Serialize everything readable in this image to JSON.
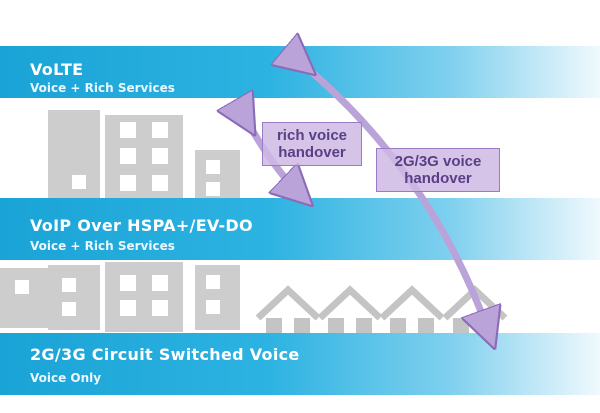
{
  "bands": [
    {
      "title": "VoLTE",
      "subtitle": "Voice + Rich Services"
    },
    {
      "title": "VoIP Over HSPA+/EV-DO",
      "subtitle": "Voice + Rich Services"
    },
    {
      "title": "2G/3G Circuit Switched Voice",
      "subtitle": "Voice Only"
    }
  ],
  "labels": {
    "rich_voice_handover": "rich voice handover",
    "g23_voice_handover": "2G/3G voice handover"
  },
  "colors": {
    "band_blue": "#1aa3d6",
    "building_gray": "#cdcdcd",
    "arrow_purple": "#b9a3d9",
    "label_text": "#5b3f86"
  }
}
